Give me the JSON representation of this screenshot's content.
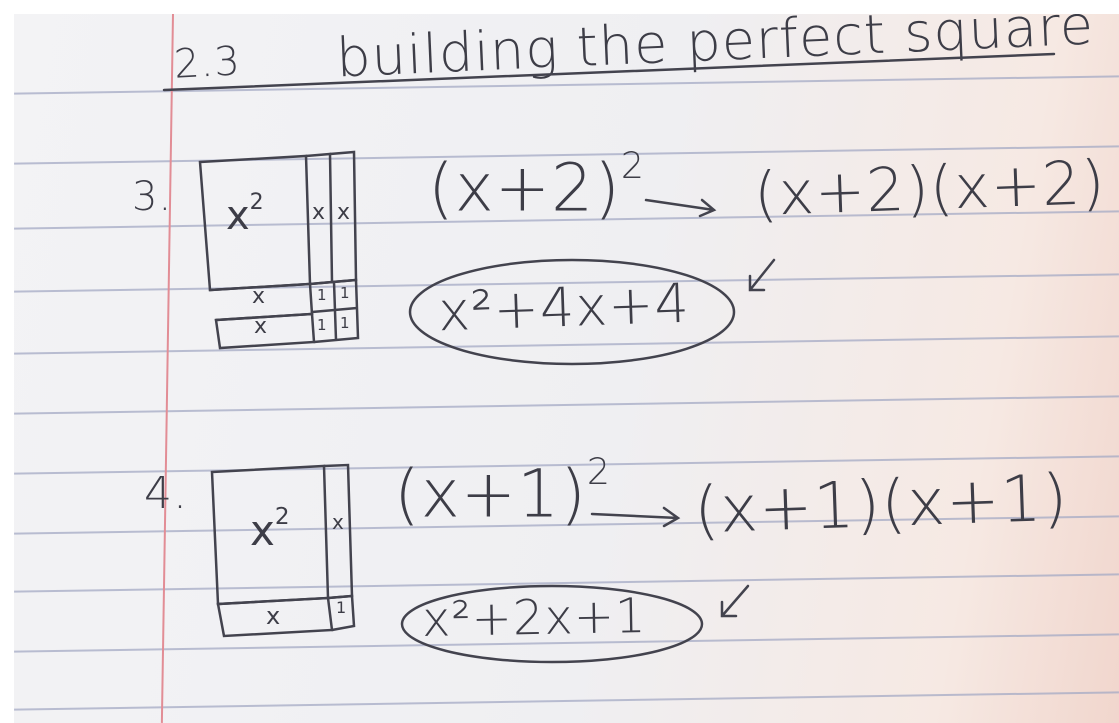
{
  "heading": {
    "number": "2.3",
    "title": "building the perfect square"
  },
  "problems": [
    {
      "number": "3.",
      "tiles": {
        "big": "x",
        "side_a": "x",
        "side_b": "x",
        "bottom_a": "x",
        "bottom_b": "x",
        "unit_a": "1",
        "unit_b": "1",
        "unit_c": "1",
        "unit_d": "1"
      },
      "binomial": "(x+2)",
      "product": "(x+2)(x+2)",
      "expanded": "x²+4x+4"
    },
    {
      "number": "4.",
      "tiles": {
        "big": "x",
        "side_a": "x",
        "bottom_a": "x",
        "unit_a": "1"
      },
      "binomial": "(x+1)",
      "product": "(x+1)(x+1)",
      "expanded": "x²+2x+1"
    }
  ],
  "exponent": "2",
  "colors": {
    "paper": "#f0f0f3",
    "rule_line": "#a4aac4",
    "margin_line": "#e28d95",
    "ink": "#3d3d47"
  }
}
